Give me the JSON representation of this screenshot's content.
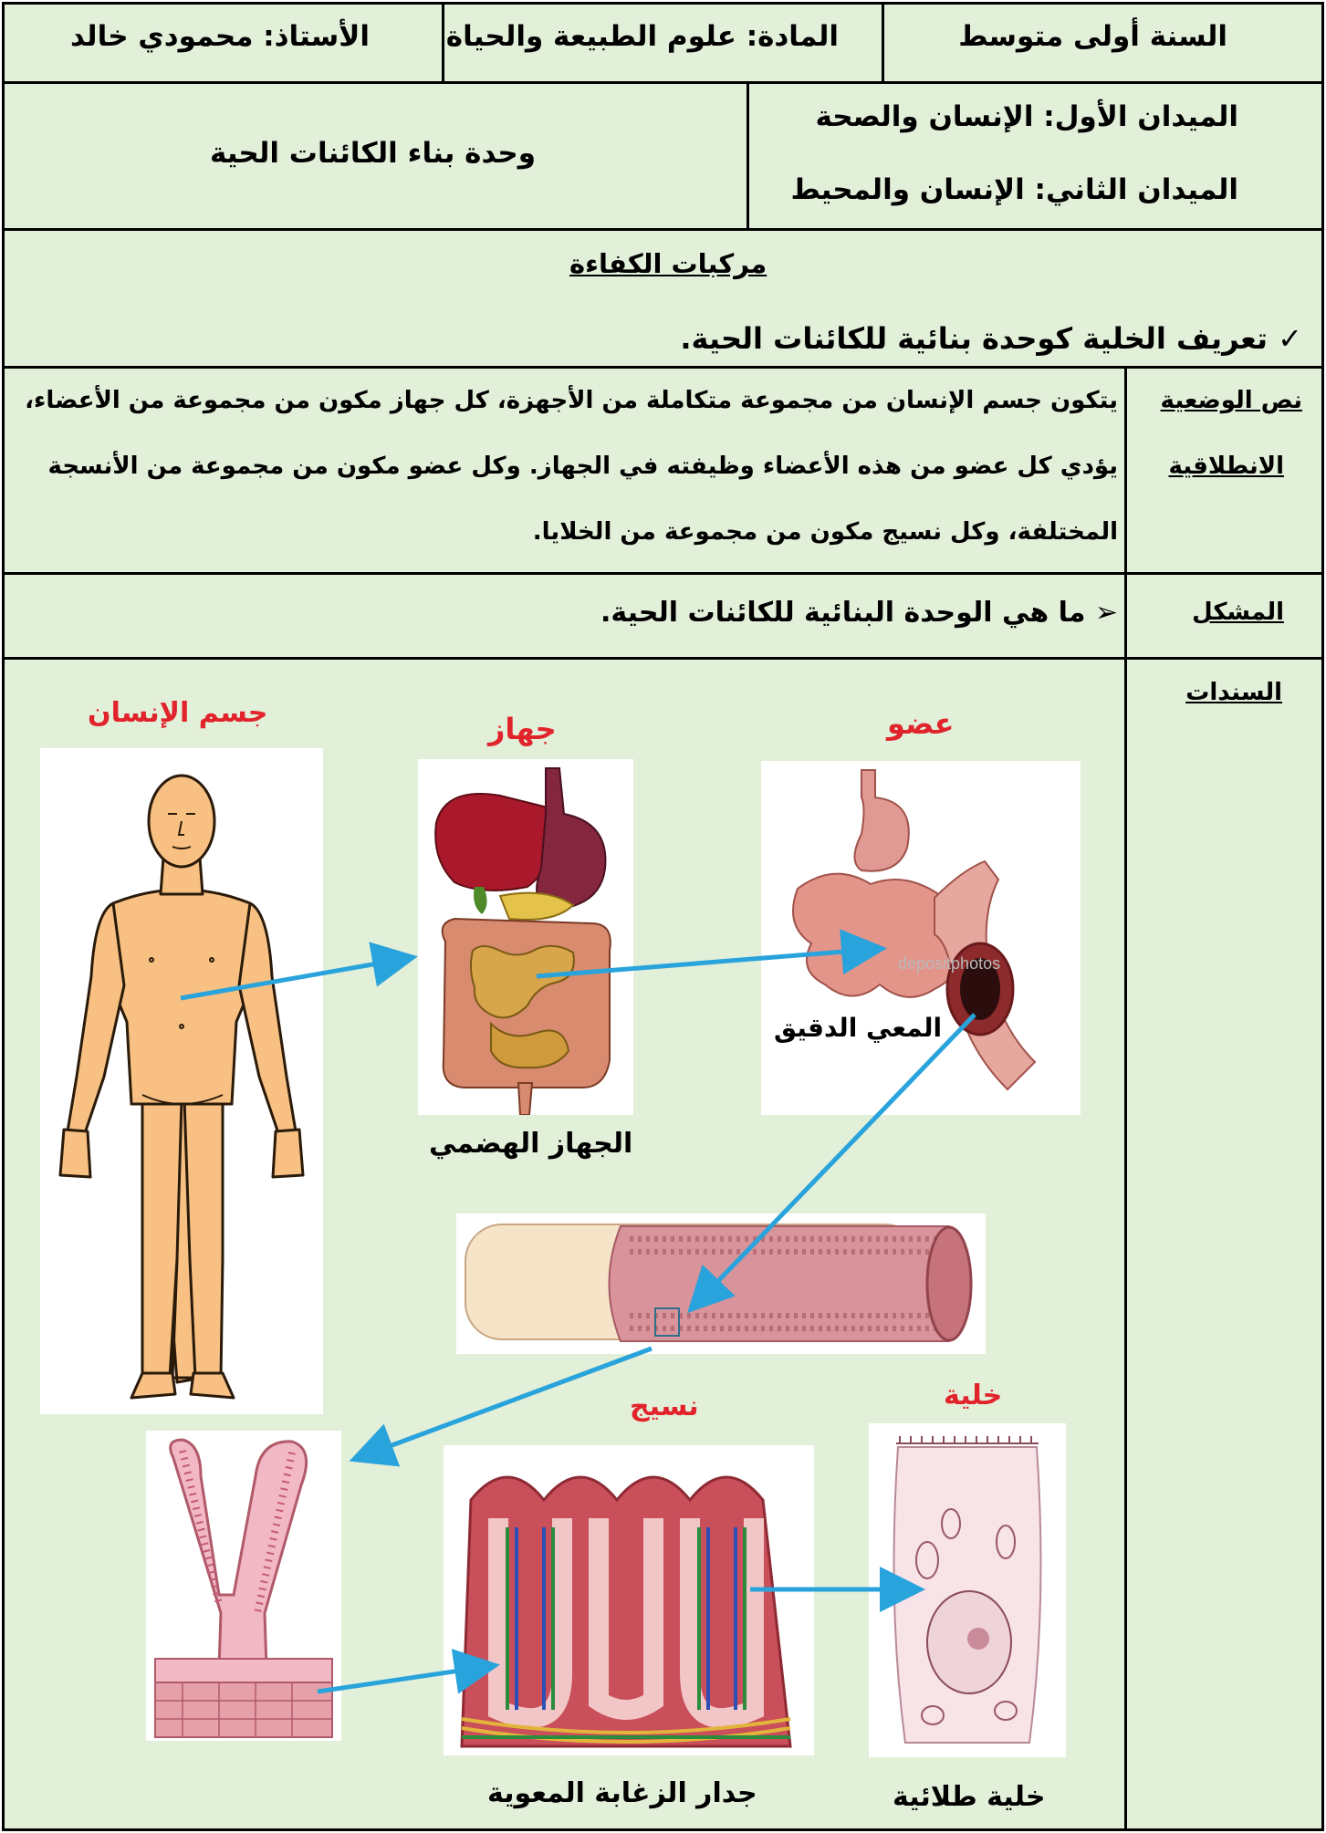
{
  "header": {
    "year": "السنة أولى متوسط",
    "subject": "المادة: علوم الطبيعة والحياة",
    "teacher": "الأستاذ: محمودي خالد",
    "domain1": "الميدان الأول: الإنسان والصحة",
    "domain2": "الميدان الثاني: الإنسان والمحيط",
    "unit": "وحدة بناء الكائنات الحية"
  },
  "competency": {
    "title": "مركبات الكفاءة",
    "item": "تعريف الخلية كوحدة بنائية للكائنات الحية.",
    "check_icon": "✓"
  },
  "situation": {
    "label_line1": "نص الوضعية",
    "label_line2": "الانطلاقية",
    "lines": [
      "يتكون جسم الإنسان من مجموعة متكاملة من الأجهزة، كل جهاز مكون من مجموعة من الأعضاء،",
      "يؤدي كل عضو من هذه الأعضاء وظيفته في الجهاز. وكل عضو مكون من مجموعة من الأنسجة",
      "المختلفة، وكل نسيج مكون من مجموعة من الخلايا."
    ]
  },
  "problem": {
    "label": "المشكل",
    "arrow_icon": "➢",
    "text": "ما هي الوحدة البنائية للكائنات الحية."
  },
  "supports": {
    "label": "السندات",
    "human_body": "جسم الإنسان",
    "system": "جهاز",
    "organ": "عضو",
    "tissue": "نسيج",
    "cell": "خلية",
    "digestive_system": "الجهاز الهضمي",
    "small_intestine": "المعي الدقيق",
    "villus_wall": "جدار الزغابة المعوية",
    "epithelial_cell": "خلية طلائية",
    "watermark": "depositphotos"
  },
  "colors": {
    "background": "#e2efd9",
    "heading_red": "#e1232b",
    "arrow": "#29a3dc"
  }
}
